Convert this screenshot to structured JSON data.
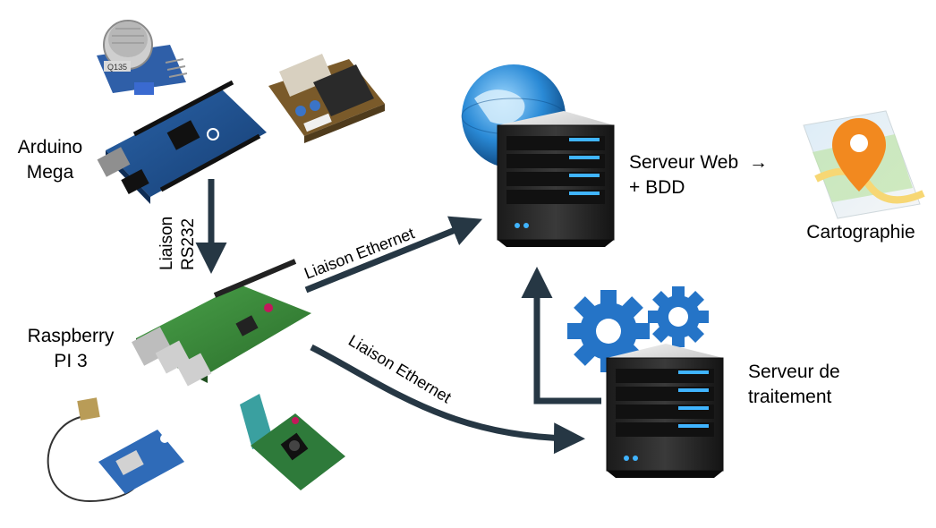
{
  "labels": {
    "arduino_line1": "Arduino",
    "arduino_line2": "Mega",
    "raspberry_line1": "Raspberry",
    "raspberry_line2": "PI 3",
    "web_server_line1": "Serveur Web",
    "web_server_arrow": "→",
    "web_server_line2": "+ BDD",
    "cartography": "Cartographie",
    "processing_server_line1": "Serveur de",
    "processing_server_line2": "traitement"
  },
  "links": {
    "rs232_line1": "Liaison",
    "rs232_line2": "RS232",
    "ethernet_top": "Liaison Ethernet",
    "ethernet_bottom": "Liaison Ethernet"
  },
  "component_marks": {
    "gas_sensor_code": "Q135"
  },
  "colors": {
    "arrow": "#263744",
    "arduino_board": "#1f4e8c",
    "raspberry_board": "#3c8a3c",
    "server_body": "#2a2a2a",
    "server_led": "#40b4ff",
    "gear": "#2574c7",
    "map_pin": "#f2891f"
  }
}
